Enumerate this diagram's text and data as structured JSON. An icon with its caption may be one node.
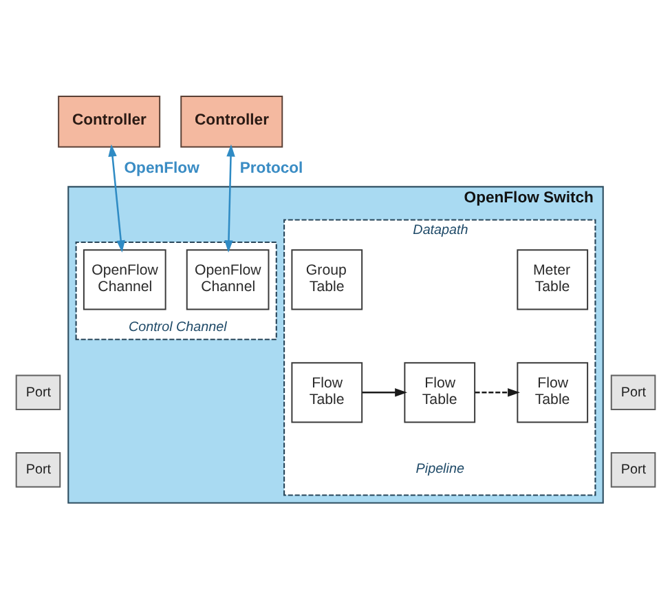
{
  "diagram": {
    "nodes": [
      {
        "text": [
          "Controller"
        ]
      },
      {
        "text": [
          "Controller"
        ]
      },
      {
        "text": [
          "OpenFlow Switch"
        ]
      },
      {
        "text": [
          "Control Channel"
        ],
        "in": 2
      },
      {
        "text": [
          "OpenFlow Channel"
        ],
        "in": 3
      },
      {
        "text": [
          "OpenFlow Channel"
        ],
        "in": 3
      },
      {
        "text": [
          "Datapath"
        ],
        "in": 2
      },
      {
        "text": [
          "Group Table"
        ],
        "in": 6
      },
      {
        "text": [
          "Meter Table"
        ],
        "in": 6
      },
      {
        "text": [
          "Port"
        ]
      },
      {
        "text": [
          "Flow Table"
        ],
        "in": 6
      },
      {
        "text": [
          "Flow Table"
        ],
        "in": 6
      },
      {
        "text": [
          "Flow Table"
        ],
        "in": 6
      },
      {
        "text": [
          "Port"
        ]
      },
      {
        "text": [
          "Port"
        ]
      },
      {
        "text": [
          "Port"
        ]
      }
    ],
    "edges": [
      {
        "from": 0,
        "to": 4,
        "arrow": "both",
        "label": "OpenFlow"
      },
      {
        "from": 1,
        "to": 5,
        "arrow": "both",
        "label": "Protocol"
      },
      {
        "from": 10,
        "to": 11,
        "arrow": "to",
        "color": "#1a1a1a"
      },
      {
        "from": 11,
        "to": 12,
        "arrow": "to",
        "style": "dashed",
        "color": "#1a1a1a"
      }
    ],
    "labels": [
      "Pipeline"
    ]
  }
}
